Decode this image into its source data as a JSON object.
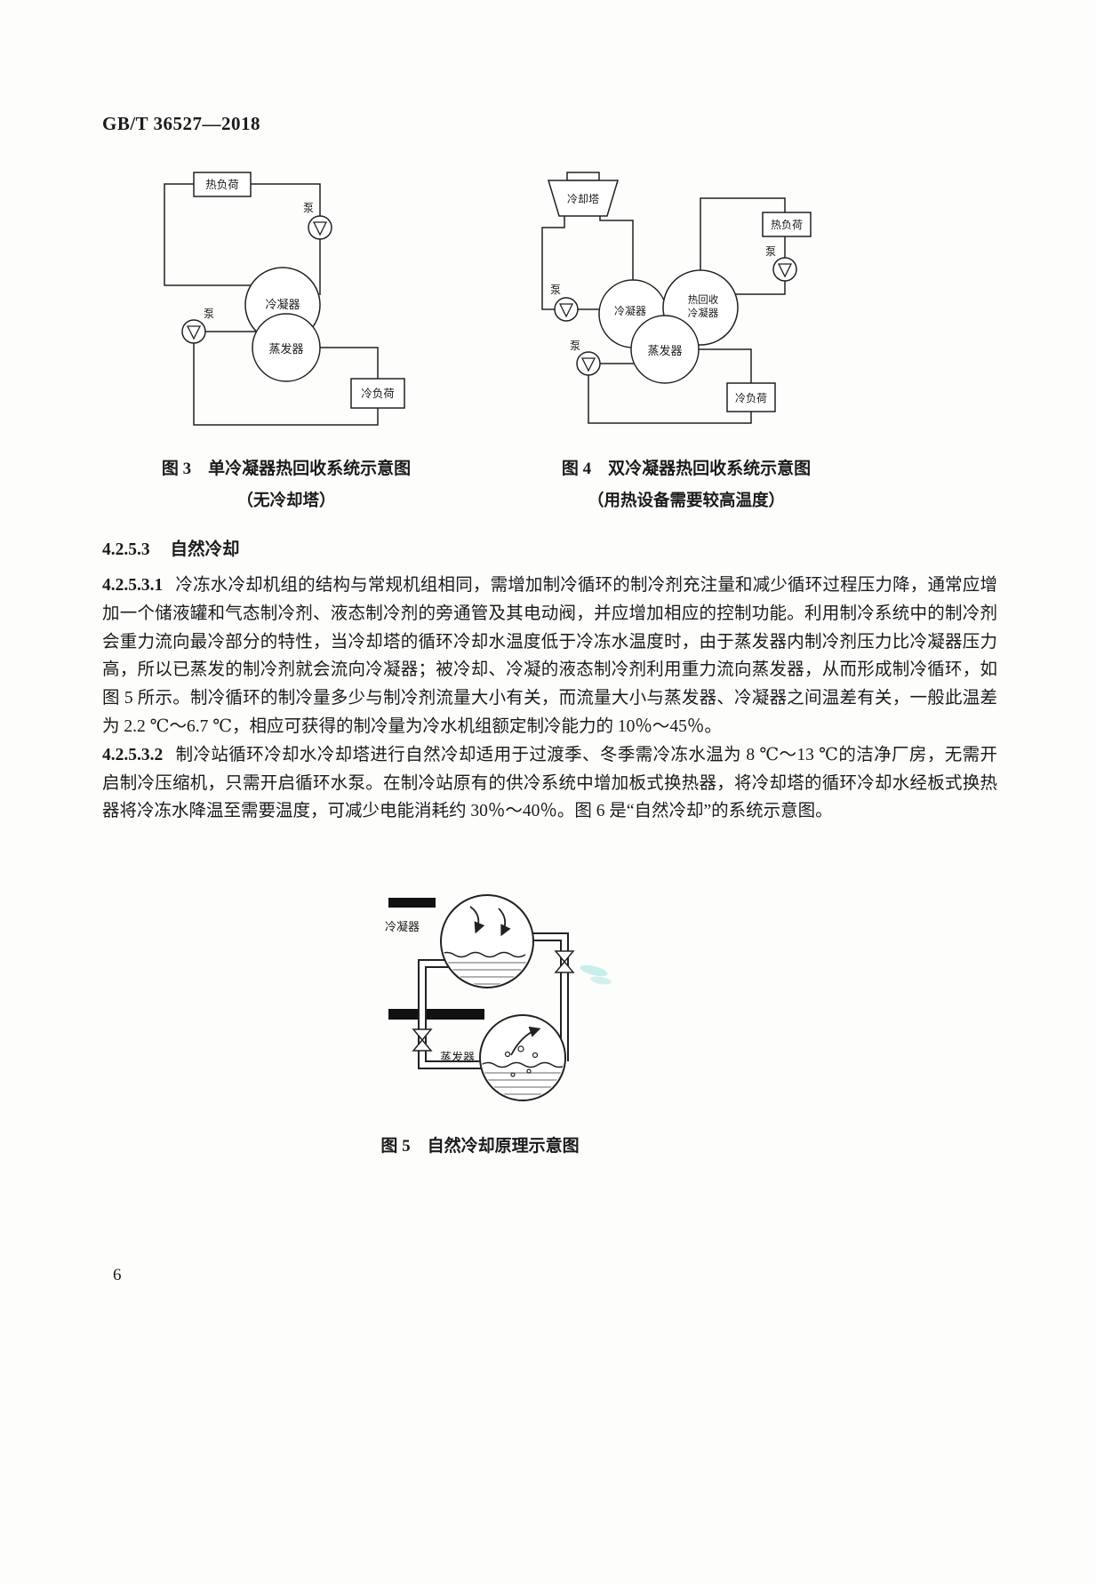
{
  "header": {
    "standard_number": "GB/T 36527—2018"
  },
  "figure3": {
    "labels": {
      "heat_load": "热负荷",
      "pump_top": "泵",
      "condenser": "冷凝器",
      "evaporator": "蒸发器",
      "pump_left": "泵",
      "cooling_load": "冷负荷"
    },
    "caption_title": "图 3　单冷凝器热回收系统示意图",
    "caption_note": "（无冷却塔）"
  },
  "figure4": {
    "labels": {
      "cooling_tower": "冷却塔",
      "pump_left": "泵",
      "condenser": "冷凝器",
      "heat_recovery_line1": "热回收",
      "heat_recovery_line2": "冷凝器",
      "evaporator": "蒸发器",
      "pump_bottom": "泵",
      "heat_load": "热负荷",
      "pump_right": "泵",
      "cooling_load": "冷负荷"
    },
    "caption_title": "图 4　双冷凝器热回收系统示意图",
    "caption_note": "（用热设备需要较高温度）"
  },
  "section_4253": {
    "number": "4.2.5.3",
    "title": "自然冷却"
  },
  "paragraphs": [
    {
      "number": "4.2.5.3.1",
      "text": "冷冻水冷却机组的结构与常规机组相同，需增加制冷循环的制冷剂充注量和减少循环过程压力降，通常应增加一个储液罐和气态制冷剂、液态制冷剂的旁通管及其电动阀，并应增加相应的控制功能。利用制冷系统中的制冷剂会重力流向最冷部分的特性，当冷却塔的循环冷却水温度低于冷冻水温度时，由于蒸发器内制冷剂压力比冷凝器压力高，所以已蒸发的制冷剂就会流向冷凝器；被冷却、冷凝的液态制冷剂利用重力流向蒸发器，从而形成制冷循环，如图 5 所示。制冷循环的制冷量多少与制冷剂流量大小有关，而流量大小与蒸发器、冷凝器之间温差有关，一般此温差为 2.2 ℃～6.7 ℃，相应可获得的制冷量为冷水机组额定制冷能力的 10％～45％。"
    },
    {
      "number": "4.2.5.3.2",
      "text": "制冷站循环冷却水冷却塔进行自然冷却适用于过渡季、冬季需冷冻水温为 8 ℃～13 ℃的洁净厂房，无需开启制冷压缩机，只需开启循环水泵。在制冷站原有的供冷系统中增加板式换热器，将冷却塔的循环冷却水经板式换热器将冷冻水降温至需要温度，可减少电能消耗约 30％～40％。图 6 是“自然冷却”的系统示意图。"
    }
  ],
  "figure5": {
    "labels": {
      "condenser": "冷凝器",
      "evaporator": "蒸发器"
    },
    "caption_title": "图 5　自然冷却原理示意图"
  },
  "footer": {
    "page_number": "6"
  }
}
